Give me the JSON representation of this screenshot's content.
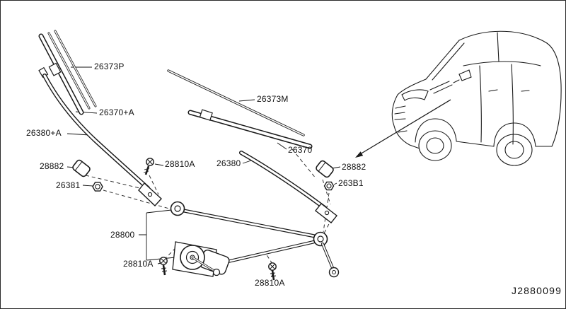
{
  "diagram": {
    "code": "J2880099",
    "labels": {
      "blade_refill_driver": "26373P",
      "blade_driver": "26370+A",
      "arm_driver": "26380+A",
      "cap_driver": "28882",
      "pivot_nut_driver": "26381",
      "bolt_driver": "28810A",
      "blade_refill_passenger": "26373M",
      "blade_passenger": "26370",
      "arm_passenger": "26380",
      "cap_passenger": "28882",
      "pivot_nut_passenger": "263B1",
      "motor_linkage": "28800",
      "bolt_lower_left": "28810A",
      "bolt_lower_right": "28810A"
    }
  }
}
